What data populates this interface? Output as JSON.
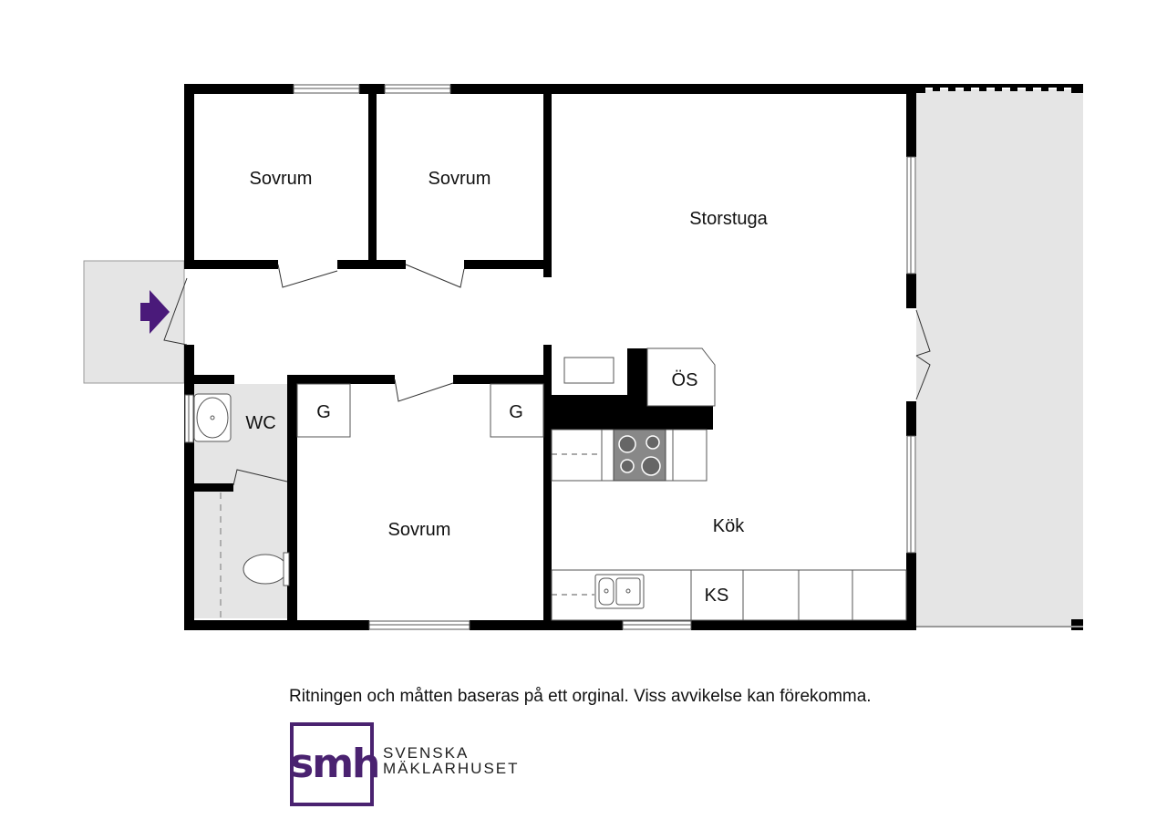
{
  "rooms": {
    "bedroom_1": "Sovrum",
    "bedroom_2": "Sovrum",
    "living_room": "Storstuga",
    "wc": "WC",
    "closet_1": "G",
    "closet_2": "G",
    "bedroom_3": "Sovrum",
    "kitchen": "Kök",
    "wardrobe": "ÖS",
    "fridge": "KS"
  },
  "disclaimer": "Ritningen och måtten baseras på ett orginal. Viss avvikelse kan förekomma.",
  "logo": {
    "mark": "smh",
    "line1": "SVENSKA",
    "line2": "MÄKLARHUSET"
  },
  "colors": {
    "wall": "#000000",
    "terrace": "#e5e5e5",
    "entrance_arrow": "#4a1a7a",
    "brand": "#4a2270"
  }
}
